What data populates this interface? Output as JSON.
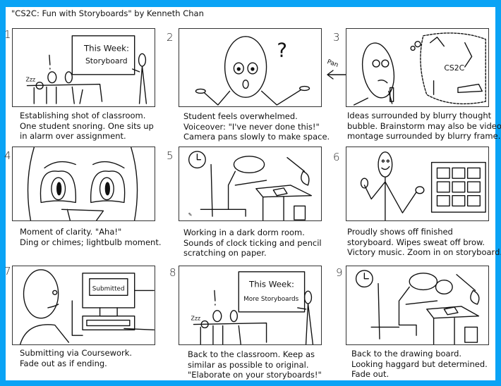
{
  "title": "\"CS2C: Fun with Storyboards\" by Kenneth Chan",
  "colors": {
    "border": "#0aa3f5",
    "background": "#ffffff",
    "ink": "#111111"
  },
  "panels": [
    {
      "number": "1",
      "caption": "Establishing shot of classroom.\nOne student snoring. One sits up\nin alarm over assignment.",
      "board_line1": "This Week:",
      "board_line2": "Storyboard",
      "snore": "Zzz"
    },
    {
      "number": "2",
      "caption": "Student feels overwhelmed.\nVoiceover: \"I've never done this!\"\nCamera pans slowly to make space.",
      "mark": "?"
    },
    {
      "number": "3",
      "caption": "Ideas surrounded by blurry thought\nbubble. Brainstorm may also be video\nmontage surrounded by blurry frame.",
      "bubble_text": "CS2C",
      "transition": "Pan"
    },
    {
      "number": "4",
      "caption": "Moment of clarity. \"Aha!\"\nDing or chimes; lightbulb moment."
    },
    {
      "number": "5",
      "caption": "Working in a dark dorm room.\nSounds of clock ticking and pencil\nscratching on paper."
    },
    {
      "number": "6",
      "caption": "Proudly shows off finished\nstoryboard. Wipes sweat off brow.\nVictory music. Zoom in on storyboard."
    },
    {
      "number": "7",
      "caption": "Submitting via Coursework.\nFade out as if ending.",
      "screen_text": "Submitted"
    },
    {
      "number": "8",
      "caption": "Back to the classroom. Keep as\nsimilar as possible to original.\n\"Elaborate on your storyboards!\"",
      "board_line1": "This Week:",
      "board_line2": "More Storyboards",
      "snore": "Zzz"
    },
    {
      "number": "9",
      "caption": "Back to the drawing board.\nLooking haggard but determined.\nFade out."
    }
  ]
}
